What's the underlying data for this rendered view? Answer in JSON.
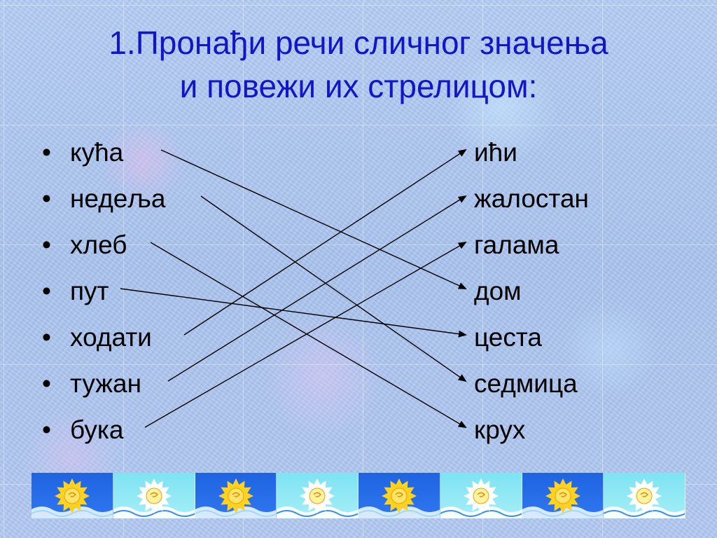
{
  "title": {
    "line1": "1.Пронађи речи сличног значења",
    "line2": "и повежи их стрелицом:"
  },
  "bullet": "•",
  "left_words": [
    "кућа",
    "недеља",
    "хлеб",
    "пут",
    "ходати",
    "тужан",
    "бука"
  ],
  "right_words": [
    "ићи",
    "жалостан",
    "галама",
    "дом",
    "цеста",
    "седмица",
    "крух"
  ],
  "connections": [
    {
      "from": 0,
      "to": 3
    },
    {
      "from": 1,
      "to": 5
    },
    {
      "from": 2,
      "to": 6
    },
    {
      "from": 3,
      "to": 4
    },
    {
      "from": 4,
      "to": 0
    },
    {
      "from": 5,
      "to": 1
    },
    {
      "from": 6,
      "to": 2
    }
  ],
  "border": {
    "tile_count": 8,
    "pattern": [
      "blue",
      "cyan",
      "blue",
      "cyan",
      "blue",
      "cyan",
      "blue",
      "cyan"
    ],
    "icon": "sun-icon"
  },
  "colors": {
    "title": "#1515c8",
    "text": "#000000",
    "arrow": "#000000"
  }
}
